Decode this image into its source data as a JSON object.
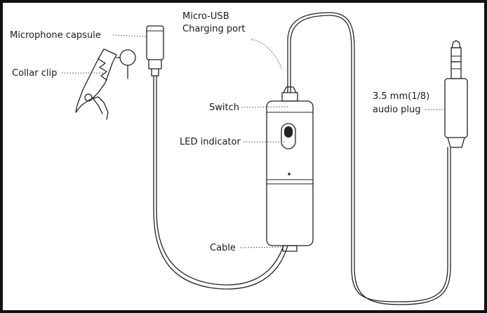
{
  "labels": {
    "microphone_capsule": "Microphone capsule",
    "collar_clip": "Collar clip",
    "micro_usb_line1": "Micro-USB",
    "micro_usb_line2": "Charging port",
    "switch": "Switch",
    "led_indicator": "LED indicator",
    "cable": "Cable",
    "audio_plug_line1": "3.5 mm(1/8)",
    "audio_plug_line2": "audio plug"
  }
}
